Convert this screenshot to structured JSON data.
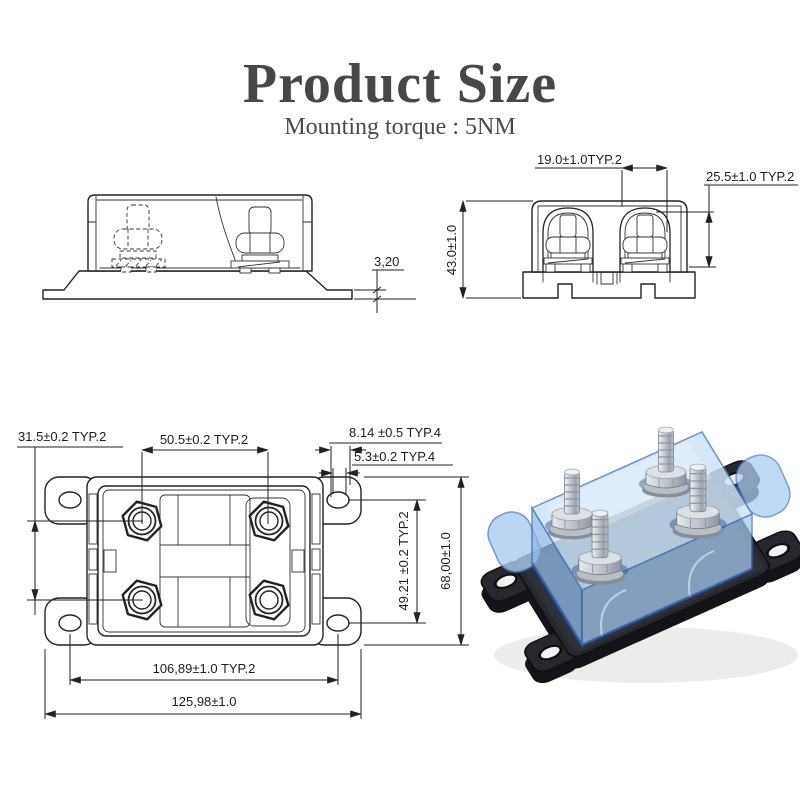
{
  "header": {
    "title": "Product Size",
    "subtitle": "Mounting torque : 5NM"
  },
  "dimensions": {
    "side_view": {
      "base_plate_thickness": "3,20"
    },
    "front_view": {
      "pocket_width": "19.0±1.0TYP.2",
      "pocket_depth": "25.5±1.0 TYP.2",
      "overall_height": "43.0±1.0"
    },
    "top_view": {
      "stud_row_spacing": "31.5±0.2 TYP.2",
      "stud_column_spacing": "50.5±0.2 TYP.2",
      "slot_length": "8.14 ±0.5 TYP.4",
      "slot_width": "5.3±0.2 TYP.4",
      "mount_hole_row_spacing": "49.21 ±0.2 TYP.2",
      "body_width": "68,00±1.0",
      "mount_hole_column_spacing": "106,89±1.0 TYP.2",
      "overall_length": "125,98±1.0"
    }
  },
  "colors": {
    "drawing_line": "#222222",
    "dimension_text": "#1d1d1d",
    "title_text": "#474747",
    "cover_blue": "#a5c9ec",
    "cover_blue_light": "#cde3f7",
    "base_black": "#26282d",
    "steel_gray": "#c3c9d0"
  }
}
